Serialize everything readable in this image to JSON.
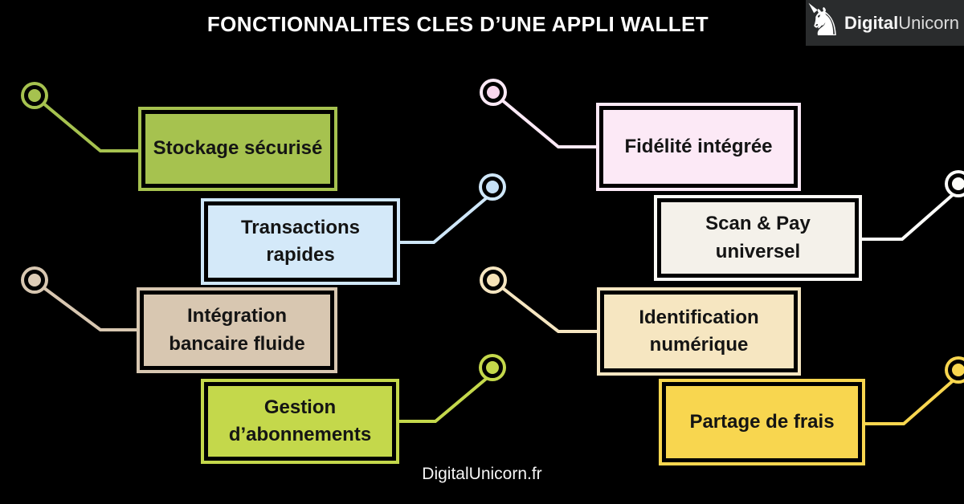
{
  "title": "FONCTIONNALITES CLES D’UNE APPLI WALLET",
  "logo": {
    "icon": "unicorn-icon",
    "brand_bold": "Digital",
    "brand_light": "Unicorn",
    "background_color": "#2a2c2d"
  },
  "footer": {
    "website": "DigitalUnicorn.fr"
  },
  "background_color": "#000000",
  "features": [
    {
      "label": "Stockage sécurisé",
      "color": "#a6c24f",
      "connector_color": "#a6c24f",
      "side": "left"
    },
    {
      "label": "Transactions rapides",
      "color": "#d4e9f9",
      "connector_color": "#cfe7f9",
      "side": "left"
    },
    {
      "label": "Intégration bancaire fluide",
      "color": "#d8c7b1",
      "connector_color": "#d8c7b1",
      "side": "left"
    },
    {
      "label": "Gestion d’abonnements",
      "color": "#c4d84b",
      "connector_color": "#c4d84b",
      "side": "left"
    },
    {
      "label": "Fidélité intégrée",
      "color": "#fce9f6",
      "connector_color": "#fce9f6",
      "side": "right"
    },
    {
      "label": "Scan & Pay universel",
      "color": "#f4f1ea",
      "connector_color": "#fdfdfa",
      "side": "right"
    },
    {
      "label": "Identification numérique",
      "color": "#f6e6c1",
      "connector_color": "#f6e6c1",
      "side": "right"
    },
    {
      "label": "Partage de frais",
      "color": "#f8d64f",
      "connector_color": "#f8d64f",
      "side": "right"
    }
  ]
}
